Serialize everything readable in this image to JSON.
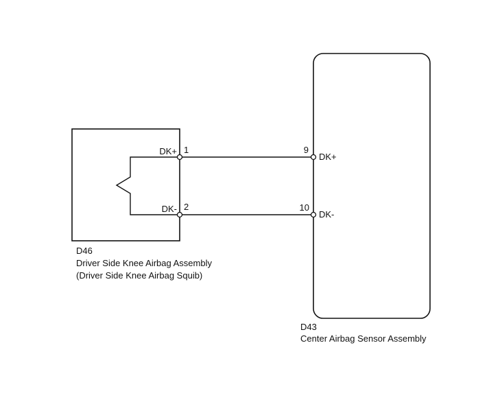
{
  "components": {
    "d46": {
      "code": "D46",
      "name": "Driver Side Knee Airbag Assembly",
      "subname": "(Driver Side Knee Airbag Squib)",
      "pins": [
        {
          "number": "1",
          "signal": "DK+"
        },
        {
          "number": "2",
          "signal": "DK-"
        }
      ]
    },
    "d43": {
      "code": "D43",
      "name": "Center Airbag Sensor Assembly",
      "pins": [
        {
          "number": "9",
          "signal": "DK+"
        },
        {
          "number": "10",
          "signal": "DK-"
        }
      ]
    }
  },
  "colors": {
    "line": "#111111",
    "background": "#ffffff"
  }
}
